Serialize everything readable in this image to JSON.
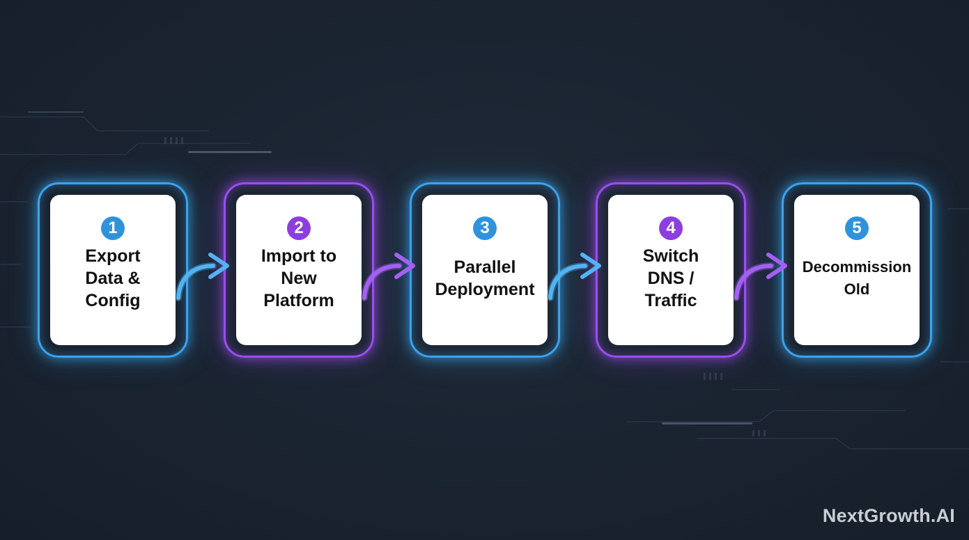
{
  "steps": [
    {
      "number": "1",
      "label": "Export\nData &\nConfig",
      "accent": "#3aa3ee"
    },
    {
      "number": "2",
      "label": "Import to\nNew\nPlatform",
      "accent": "#9b4df0"
    },
    {
      "number": "3",
      "label": "Parallel\nDeployment",
      "accent": "#3aa3ee"
    },
    {
      "number": "4",
      "label": "Switch\nDNS /\nTraffic",
      "accent": "#9b4df0"
    },
    {
      "number": "5",
      "label": "Decommission\nOld",
      "accent": "#3aa3ee"
    }
  ],
  "watermark": "NextGrowth.AI",
  "colors": {
    "background": "#1a2330",
    "blue": "#3aa3ee",
    "purple": "#9b4df0",
    "card": "#ffffff"
  }
}
